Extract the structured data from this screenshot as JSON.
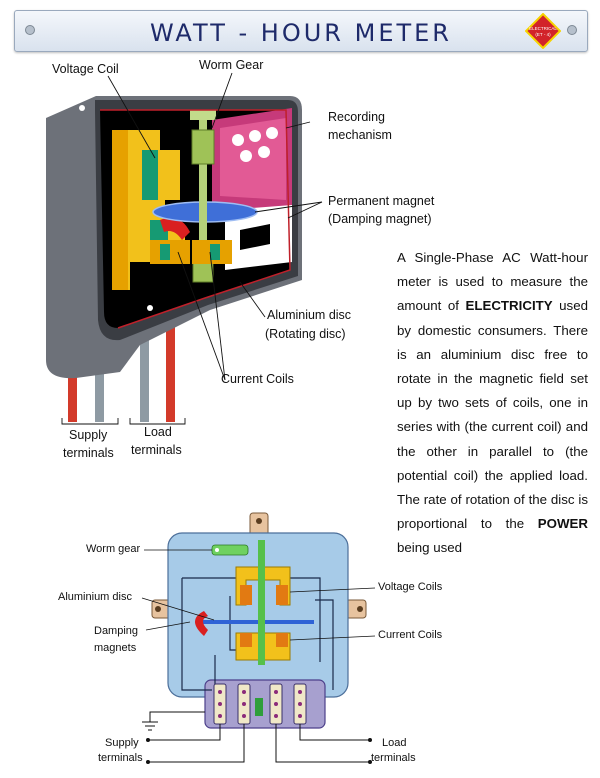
{
  "title": "WATT - HOUR METER",
  "badge": {
    "line1": "ELECTRICAL",
    "line2": "(ET - 4)"
  },
  "top_diagram": {
    "labels": {
      "voltage_coil": "Voltage Coil",
      "worm_gear": "Worm Gear",
      "recording_1": "Recording",
      "recording_2": "mechanism",
      "perm_magnet_1": "Permanent magnet",
      "perm_magnet_2": "(Damping magnet)",
      "al_disc_1": "Aluminium disc",
      "al_disc_2": "(Rotating disc)",
      "current_coils": "Current Coils",
      "supply_1": "Supply",
      "supply_2": "terminals",
      "load_1": "Load",
      "load_2": "terminals"
    }
  },
  "description": {
    "part1": "A Single-Phase AC Watt-hour meter is used to measure the amount of ",
    "bold1": "ELECTRICITY",
    "part2": " used by domestic consumers. There is an aluminium disc free to rotate in the magnetic field set up by two sets of coils, one in series with (the current coil) and the other in parallel to (the potential coil) the applied load. The rate of rotation of the disc is proportional to the ",
    "bold2": "POWER",
    "part3": " being used"
  },
  "bottom_diagram": {
    "labels": {
      "worm_gear": "Worm gear",
      "al_disc": "Aluminium disc",
      "damping_1": "Damping",
      "damping_2": "magnets",
      "voltage_coils": "Voltage Coils",
      "current_coils": "Current Coils",
      "supply_1": "Supply",
      "supply_2": "terminals",
      "load_1": "Load",
      "load_2": "terminals"
    }
  }
}
